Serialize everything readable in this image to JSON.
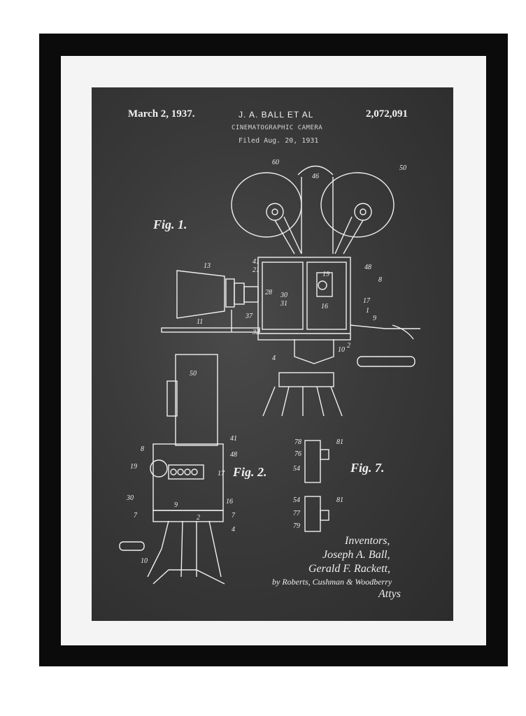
{
  "patent": {
    "date": "March 2, 1937.",
    "inventors_header": "J. A. BALL ET AL",
    "number": "2,072,091",
    "title": "CINEMATOGRAPHIC CAMERA",
    "filed": "Filed Aug. 20, 1931"
  },
  "figures": {
    "fig1": "Fig. 1.",
    "fig2": "Fig. 2.",
    "fig7": "Fig. 7."
  },
  "signature": {
    "line1": "Inventors,",
    "line2": "Joseph A. Ball,",
    "line3": "Gerald F. Rackett,",
    "line4": "by Roberts, Cushman & Woodberry",
    "line5": "Attys"
  },
  "labels": [
    "60",
    "46",
    "50",
    "13",
    "41",
    "21",
    "48",
    "8",
    "19",
    "28",
    "30",
    "31",
    "16",
    "17",
    "1",
    "37",
    "11",
    "9",
    "10",
    "32",
    "2",
    "4",
    "50",
    "8",
    "41",
    "48",
    "19",
    "17",
    "30",
    "16",
    "7",
    "9",
    "2",
    "7",
    "4",
    "10",
    "78",
    "81",
    "76",
    "54",
    "54",
    "81",
    "77",
    "79"
  ],
  "colors": {
    "frame": "#0b0b0b",
    "mat": "#f4f4f4",
    "board": "#3a3a3a",
    "ink": "#f2f2f2"
  }
}
